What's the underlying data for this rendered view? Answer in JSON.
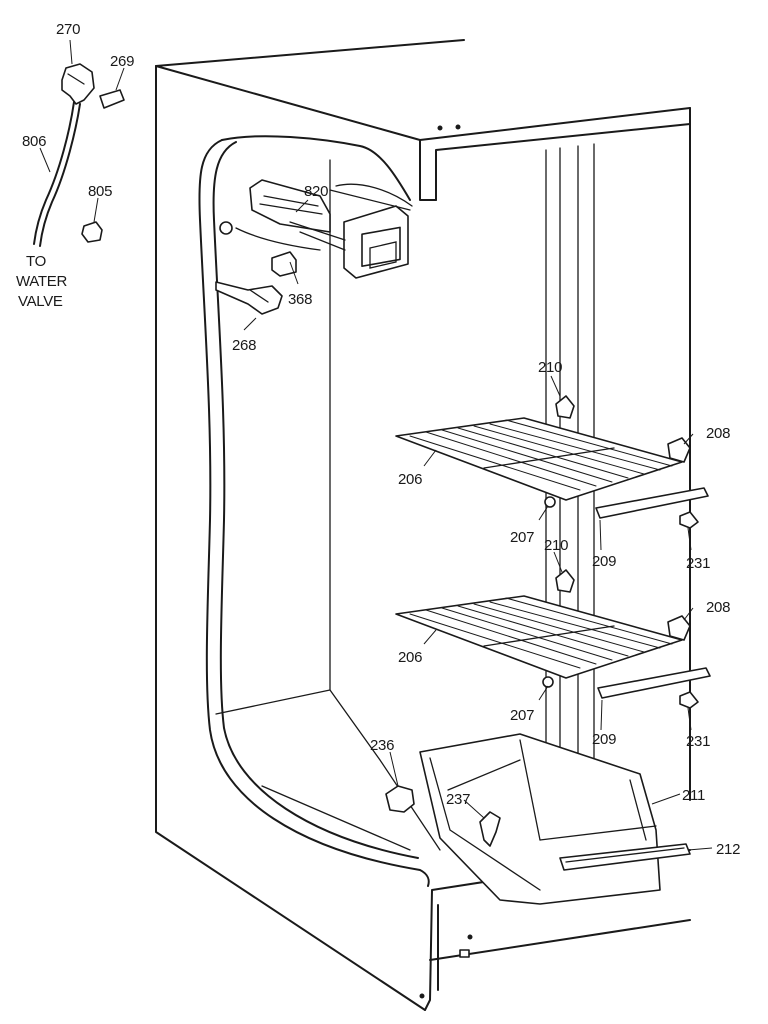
{
  "diagram": {
    "labels": {
      "p270": "270",
      "p269": "269",
      "p806": "806",
      "p805": "805",
      "to_water_valve_line1": "TO",
      "to_water_valve_line2": "WATER",
      "to_water_valve_line3": "VALVE",
      "p820": "820",
      "p368": "368",
      "p268": "268",
      "p210_upper": "210",
      "p208_upper": "208",
      "p206_upper": "206",
      "p207_upper": "207",
      "p209_upper": "209",
      "p231_upper": "231",
      "p210_lower": "210",
      "p208_lower": "208",
      "p206_lower": "206",
      "p207_lower": "207",
      "p209_lower": "209",
      "p231_lower": "231",
      "p236": "236",
      "p237": "237",
      "p211": "211",
      "p212": "212"
    }
  }
}
